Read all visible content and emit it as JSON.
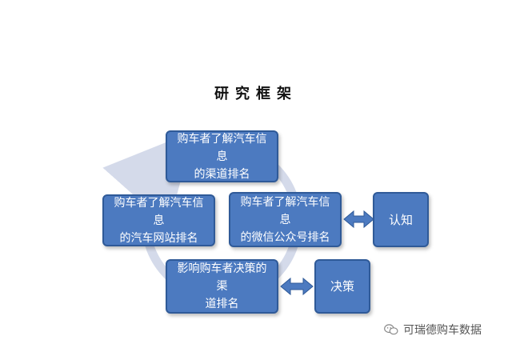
{
  "title": "研究框架",
  "nodes": {
    "top": {
      "line1": "购车者了解汽车信息",
      "line2": "的渠道排名"
    },
    "left": {
      "line1": "购车者了解汽车信息",
      "line2": "的汽车网站排名"
    },
    "mid": {
      "line1": "购车者了解汽车信息",
      "line2": "的微信公众号排名"
    },
    "bot": {
      "line1": "影响购车者决策的渠",
      "line2": "道排名"
    },
    "know": {
      "label": "认知"
    },
    "dec": {
      "label": "决策"
    }
  },
  "watermark": {
    "text": "可瑞德购车数据",
    "icon": "wechat-icon"
  },
  "colors": {
    "box": "#4c7ac0",
    "box_border": "#2f5a98",
    "ring": "#d4daea",
    "arrow": "#4c7ac0"
  }
}
